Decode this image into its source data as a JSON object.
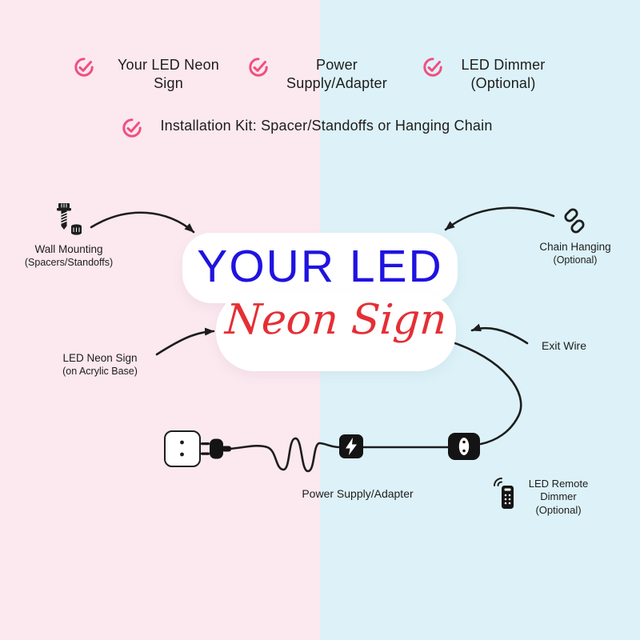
{
  "colors": {
    "background_left": "#fce8ef",
    "background_right": "#dcf2f8",
    "accent_pink": "#f04f80",
    "sign_blue": "#1f13e0",
    "sign_red": "#e42f35",
    "ink": "#1d1d1d",
    "acrylic_white": "#ffffff"
  },
  "checklist": {
    "items": [
      {
        "label": "Your LED Neon Sign"
      },
      {
        "label": "Power Supply/Adapter"
      },
      {
        "label": "LED Dimmer (Optional)"
      },
      {
        "label": "Installation Kit: Spacer/Standoffs or Hanging Chain"
      }
    ]
  },
  "sign": {
    "line1": "YOUR LED",
    "line2": "Neon Sign"
  },
  "annotations": {
    "wall_mounting": [
      "Wall Mounting",
      "(Spacers/Standoffs)"
    ],
    "chain_hanging": [
      "Chain Hanging",
      "(Optional)"
    ],
    "led_neon_sign": [
      "LED Neon Sign",
      "(on Acrylic Base)"
    ],
    "exit_wire": "Exit Wire",
    "power_supply": "Power Supply/Adapter",
    "remote_dimmer": [
      "LED Remote",
      "Dimmer",
      "(Optional)"
    ]
  },
  "icons": {
    "check_icon": "pink circular check mark",
    "screw_icon": "mounting screw with standoff",
    "chain_icon": "interlocked chain links",
    "socket_icon": "wall power outlet",
    "plug_icon": "two-prong power plug",
    "adapter_icon": "black adapter box with lightning bolt",
    "dimmer_icon": "inline dimmer switch with rocker button",
    "remote_icon": "remote control emitting signal"
  }
}
